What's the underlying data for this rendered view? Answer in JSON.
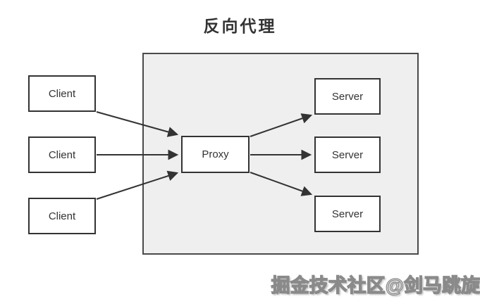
{
  "title": "反向代理",
  "watermark": "掘金技术社区@剑马跳旋",
  "diagram": {
    "clients": [
      {
        "id": "client-1",
        "label": "Client"
      },
      {
        "id": "client-2",
        "label": "Client"
      },
      {
        "id": "client-3",
        "label": "Client"
      }
    ],
    "proxy": {
      "id": "proxy",
      "label": "Proxy"
    },
    "servers": [
      {
        "id": "server-1",
        "label": "Server"
      },
      {
        "id": "server-2",
        "label": "Server"
      },
      {
        "id": "server-3",
        "label": "Server"
      }
    ],
    "edges": [
      {
        "from": "client-1",
        "to": "proxy"
      },
      {
        "from": "client-2",
        "to": "proxy"
      },
      {
        "from": "client-3",
        "to": "proxy"
      },
      {
        "from": "proxy",
        "to": "server-1"
      },
      {
        "from": "proxy",
        "to": "server-2"
      },
      {
        "from": "proxy",
        "to": "server-3"
      }
    ]
  },
  "colors": {
    "background": "#ffffff",
    "proxy_zone_fill": "#efefef",
    "box_fill": "#ffffff",
    "box_border": "#333333",
    "arrow": "#333333",
    "title_text": "#333333",
    "watermark_outline": "#8a8a8a"
  }
}
